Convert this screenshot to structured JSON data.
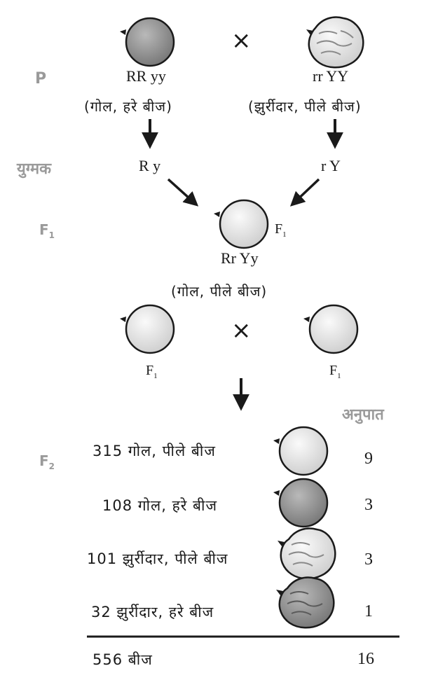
{
  "generations": {
    "p": "P",
    "gametes": "युग्मक",
    "f1": "F",
    "f1_sub": "1",
    "f2": "F",
    "f2_sub": "2"
  },
  "parents": {
    "left_genotype": "RR yy",
    "left_phenotype": "(गोल, हरे बीज)",
    "right_genotype": "rr YY",
    "right_phenotype": "(झुर्रीदार, पीले बीज)",
    "cross_symbol": "×"
  },
  "gametes": {
    "left": "R y",
    "right": "r Y"
  },
  "f1": {
    "side_label": "F",
    "side_label_sub": "1",
    "genotype": "Rr Yy",
    "phenotype": "(गोल, पीले बीज)",
    "selfcross_left": "F",
    "selfcross_right": "F",
    "selfcross_sub": "1",
    "cross_symbol": "×"
  },
  "f2": {
    "ratio_header": "अनुपात",
    "rows": [
      {
        "label": "315 गोल, पीले बीज",
        "ratio": "9",
        "seed": "round-yellow"
      },
      {
        "label": "108 गोल, हरे बीज",
        "ratio": "3",
        "seed": "round-green"
      },
      {
        "label": "101 झुर्रीदार, पीले बीज",
        "ratio": "3",
        "seed": "wrinkled-yellow"
      },
      {
        "label": "32 झुर्रीदार, हरे बीज",
        "ratio": "1",
        "seed": "wrinkled-green"
      }
    ],
    "total_label": "556 बीज",
    "total_ratio": "16"
  },
  "colors": {
    "green_seed": "#8f8f8f",
    "yellow_seed": "#e4e4e4",
    "outline": "#1a1a1a",
    "generation_label": "#9a9a9a"
  }
}
